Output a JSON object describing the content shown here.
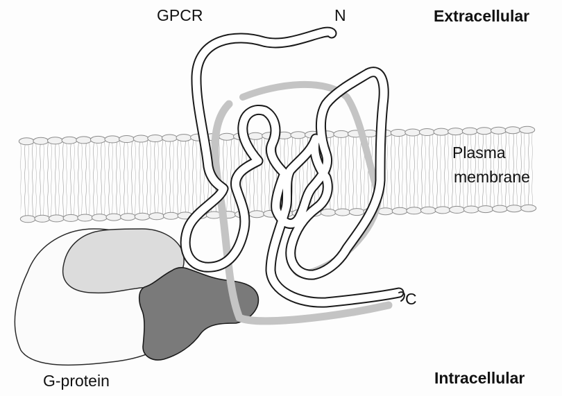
{
  "labels": {
    "gpcr": "GPCR",
    "n_terminus": "N",
    "extracellular": "Extracellular",
    "membrane_line1": "Plasma",
    "membrane_line2": "membrane",
    "c_terminus": "C",
    "g_protein": "G-protein",
    "intracellular": "Intracellular"
  },
  "colors": {
    "ink": "#1a1a1a",
    "membrane_line": "#8a8a8a",
    "receptor_shadow": "#bdbdbd",
    "g_alpha": "#dcdcdc",
    "g_beta": "#7a7a7a",
    "g_outline": "#f4f4f4"
  }
}
